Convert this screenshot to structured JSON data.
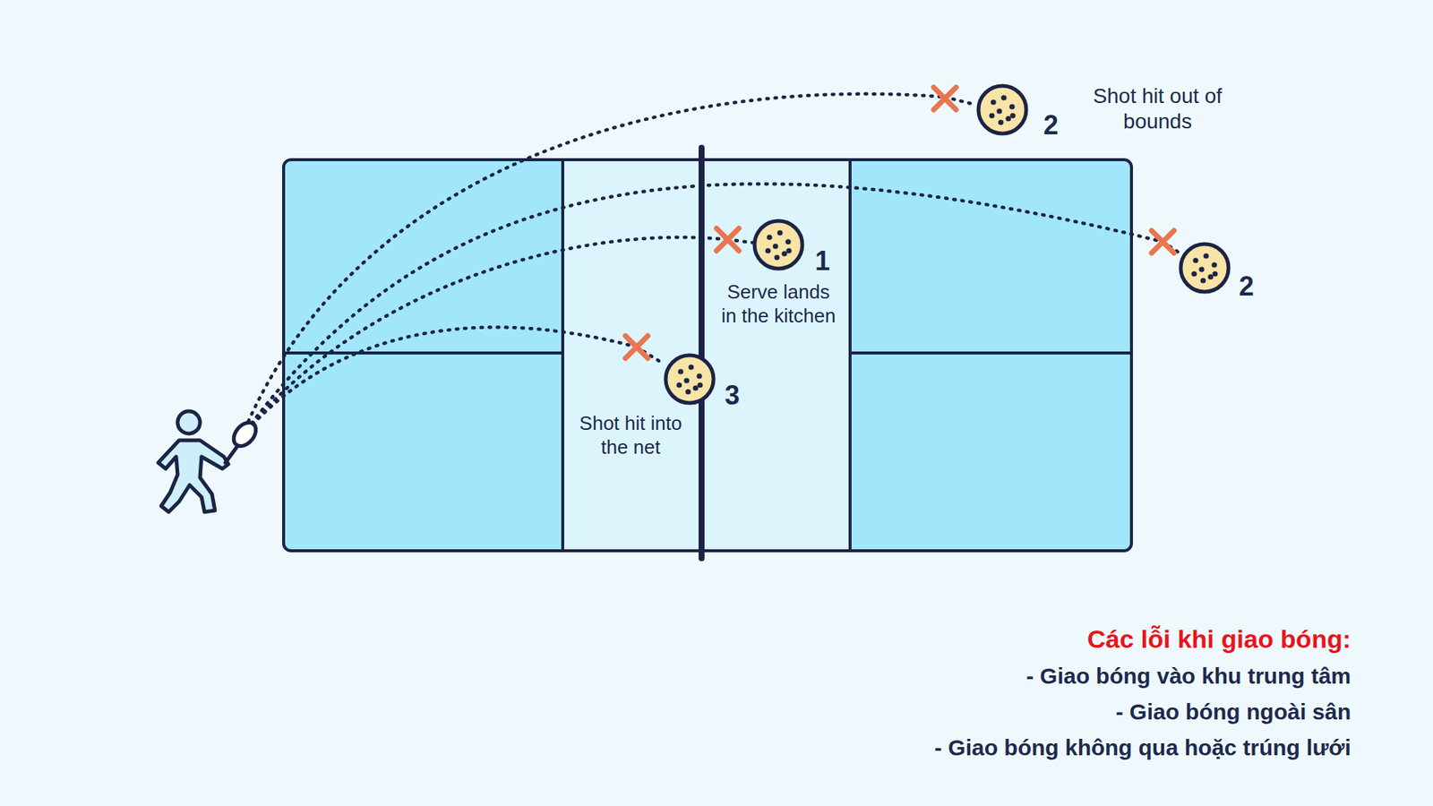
{
  "diagram": {
    "title": "Các lỗi khi giao bóng:",
    "labels": [
      "Shot hit out of bounds",
      "2",
      "1",
      "Serve lands in the kitchen",
      "2",
      "3",
      "Shot hit into the net",
      "- Giao bóng vào khu trung tâm",
      "- Giao bóng ngoài sân",
      "- Giao bóng không qua hoặc trúng lưới"
    ]
  }
}
